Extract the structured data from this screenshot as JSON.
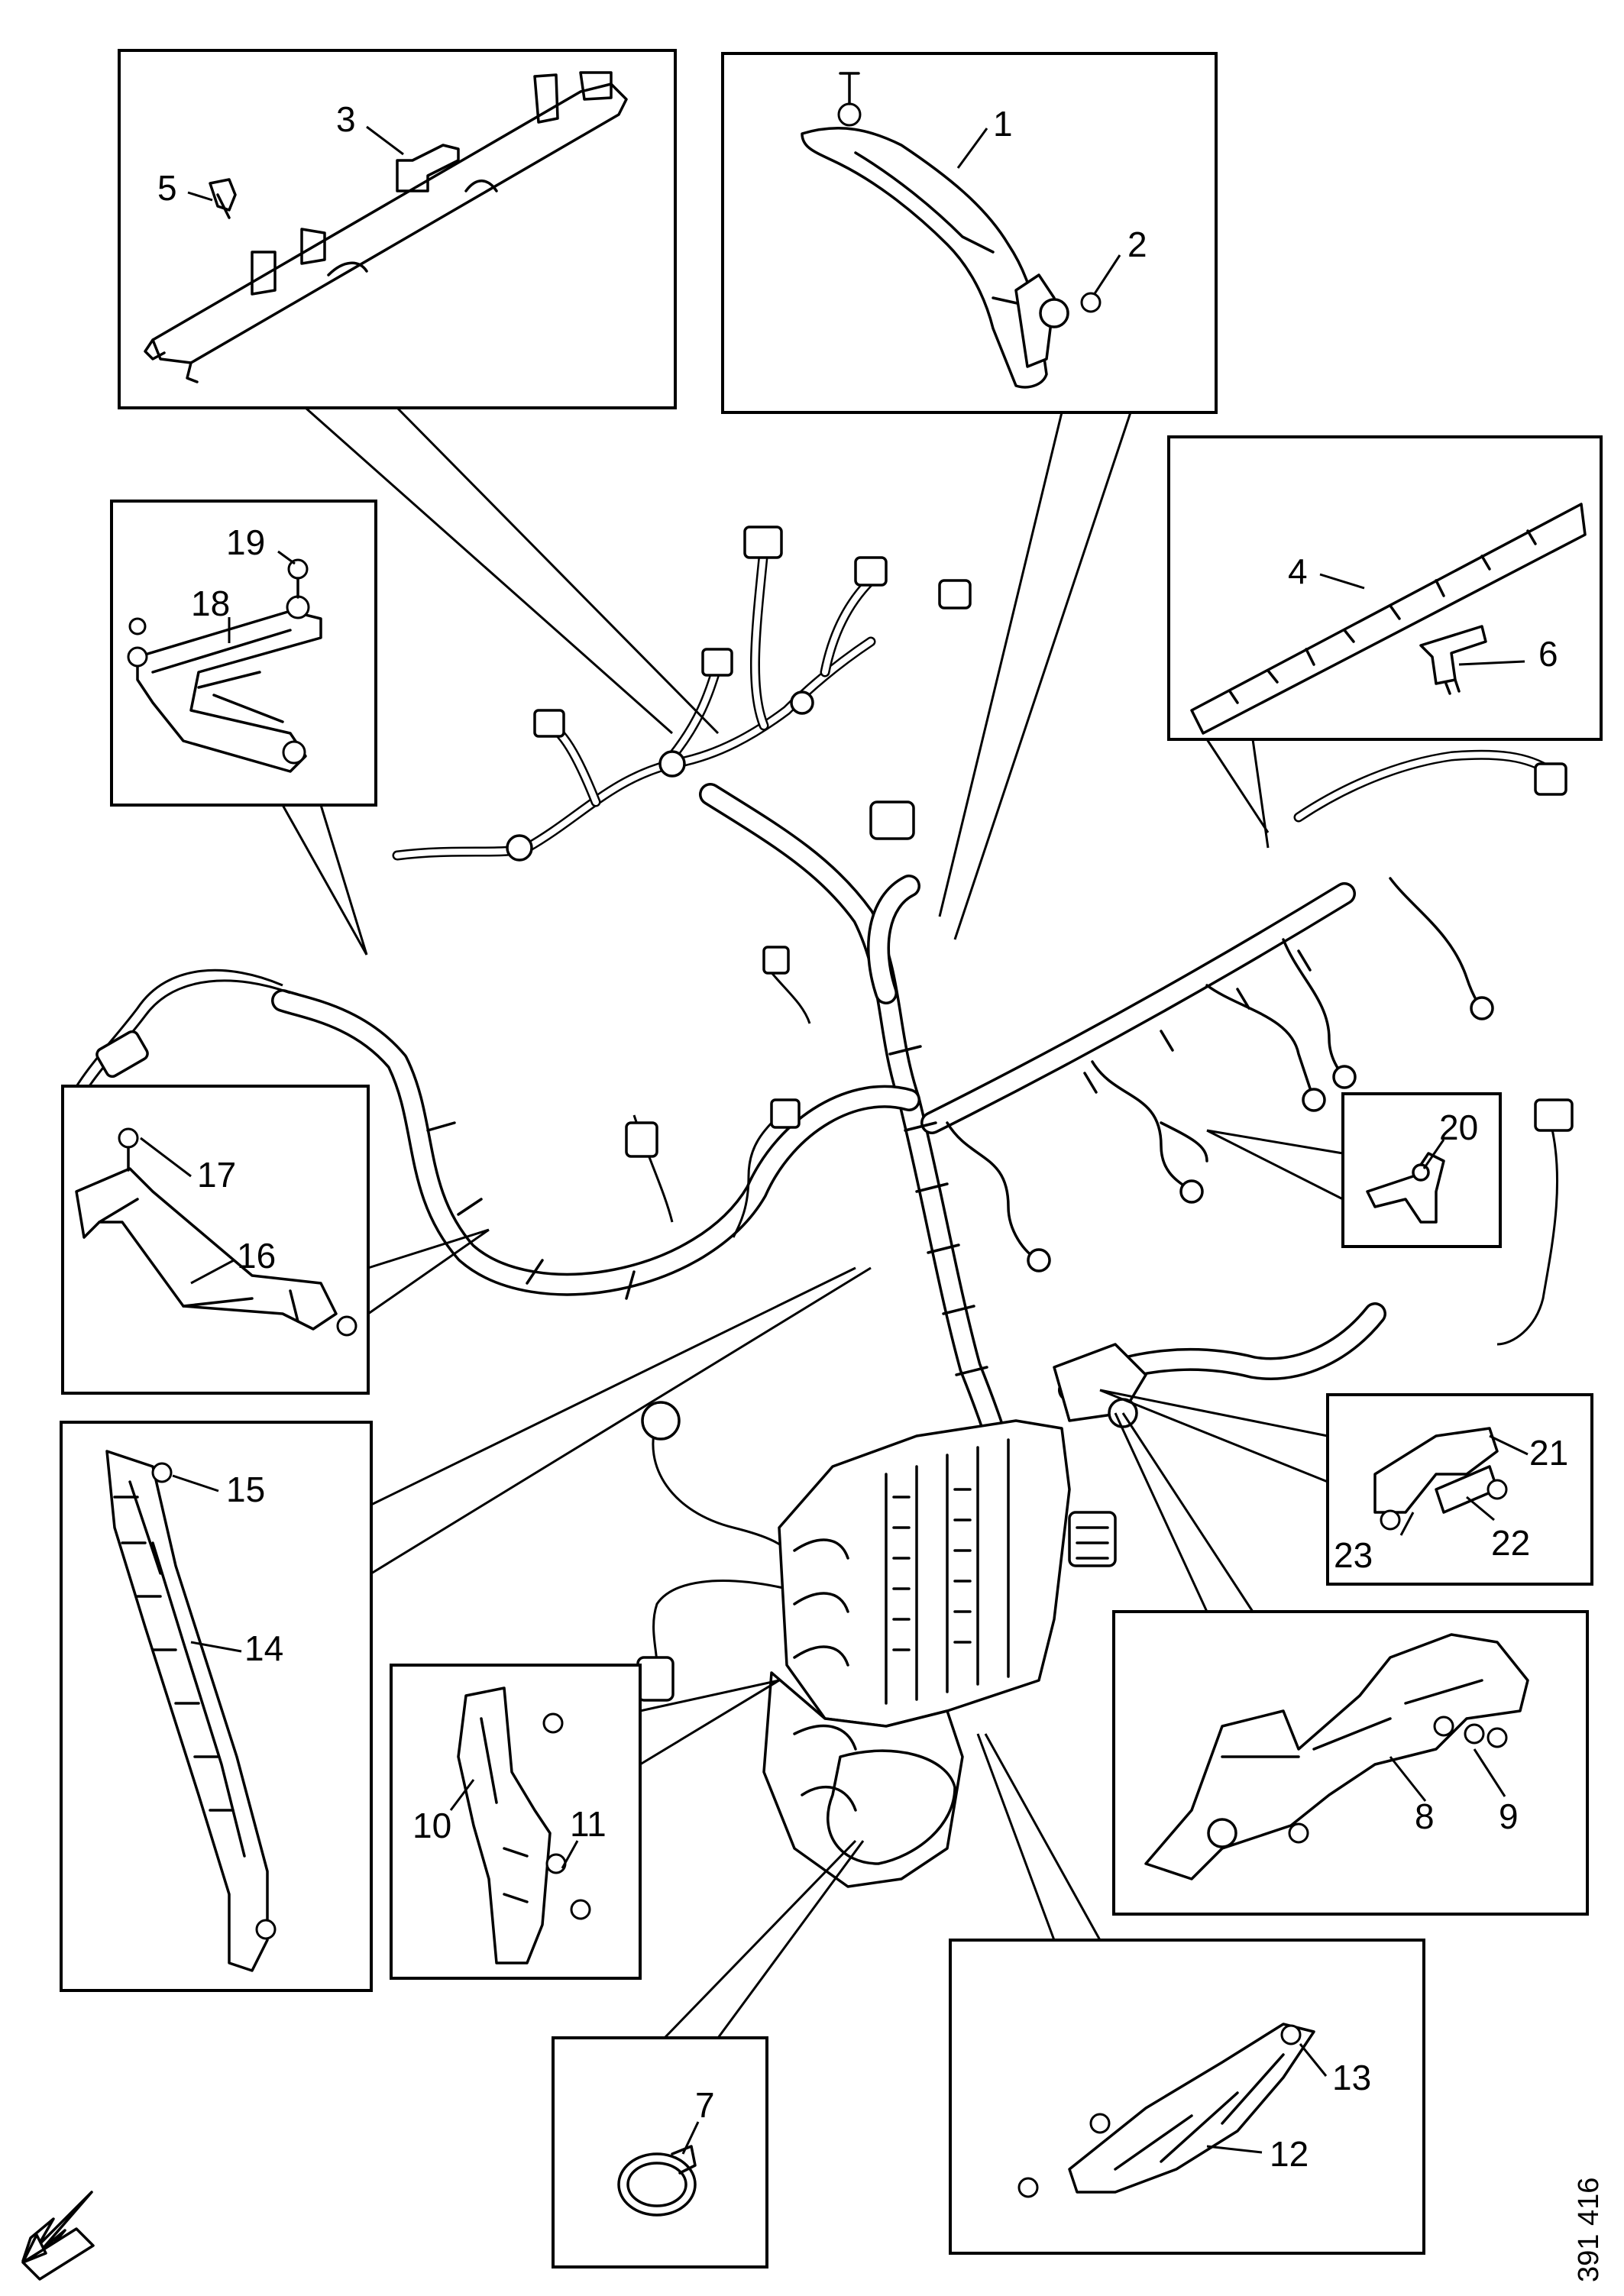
{
  "diagram": {
    "callouts": {
      "c1": "1",
      "c2": "2",
      "c3": "3",
      "c4": "4",
      "c5": "5",
      "c6": "6",
      "c7": "7",
      "c8": "8",
      "c9": "9",
      "c10": "10",
      "c11": "11",
      "c12": "12",
      "c13": "13",
      "c14": "14",
      "c15": "15",
      "c16": "16",
      "c17": "17",
      "c18": "18",
      "c19": "19",
      "c20": "20",
      "c21": "21",
      "c22": "22",
      "c23": "23"
    },
    "reference_number": "391 416",
    "colors": {
      "line": "#000000",
      "background": "#ffffff"
    }
  }
}
